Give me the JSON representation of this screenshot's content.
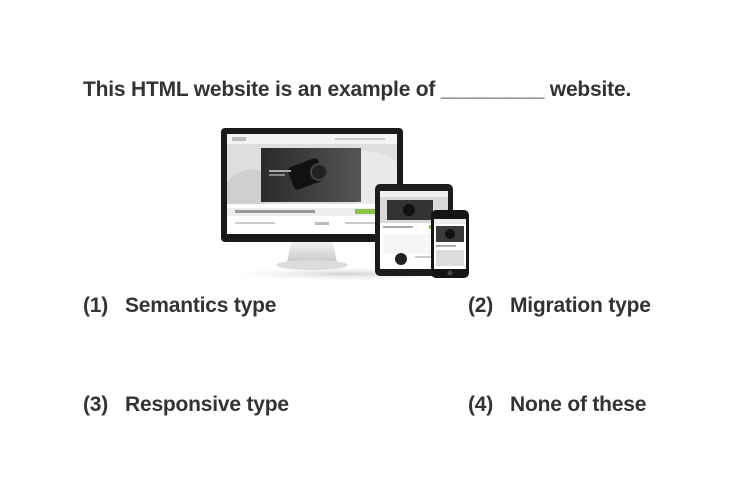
{
  "question": {
    "text": "This HTML website is an example of _________ website."
  },
  "illustration": {
    "icon": "responsive-devices-icon"
  },
  "options": [
    {
      "number": "(1)",
      "label": "Semantics type"
    },
    {
      "number": "(2)",
      "label": "Migration type"
    },
    {
      "number": "(3)",
      "label": "Responsive type"
    },
    {
      "number": "(4)",
      "label": "None of these"
    }
  ]
}
